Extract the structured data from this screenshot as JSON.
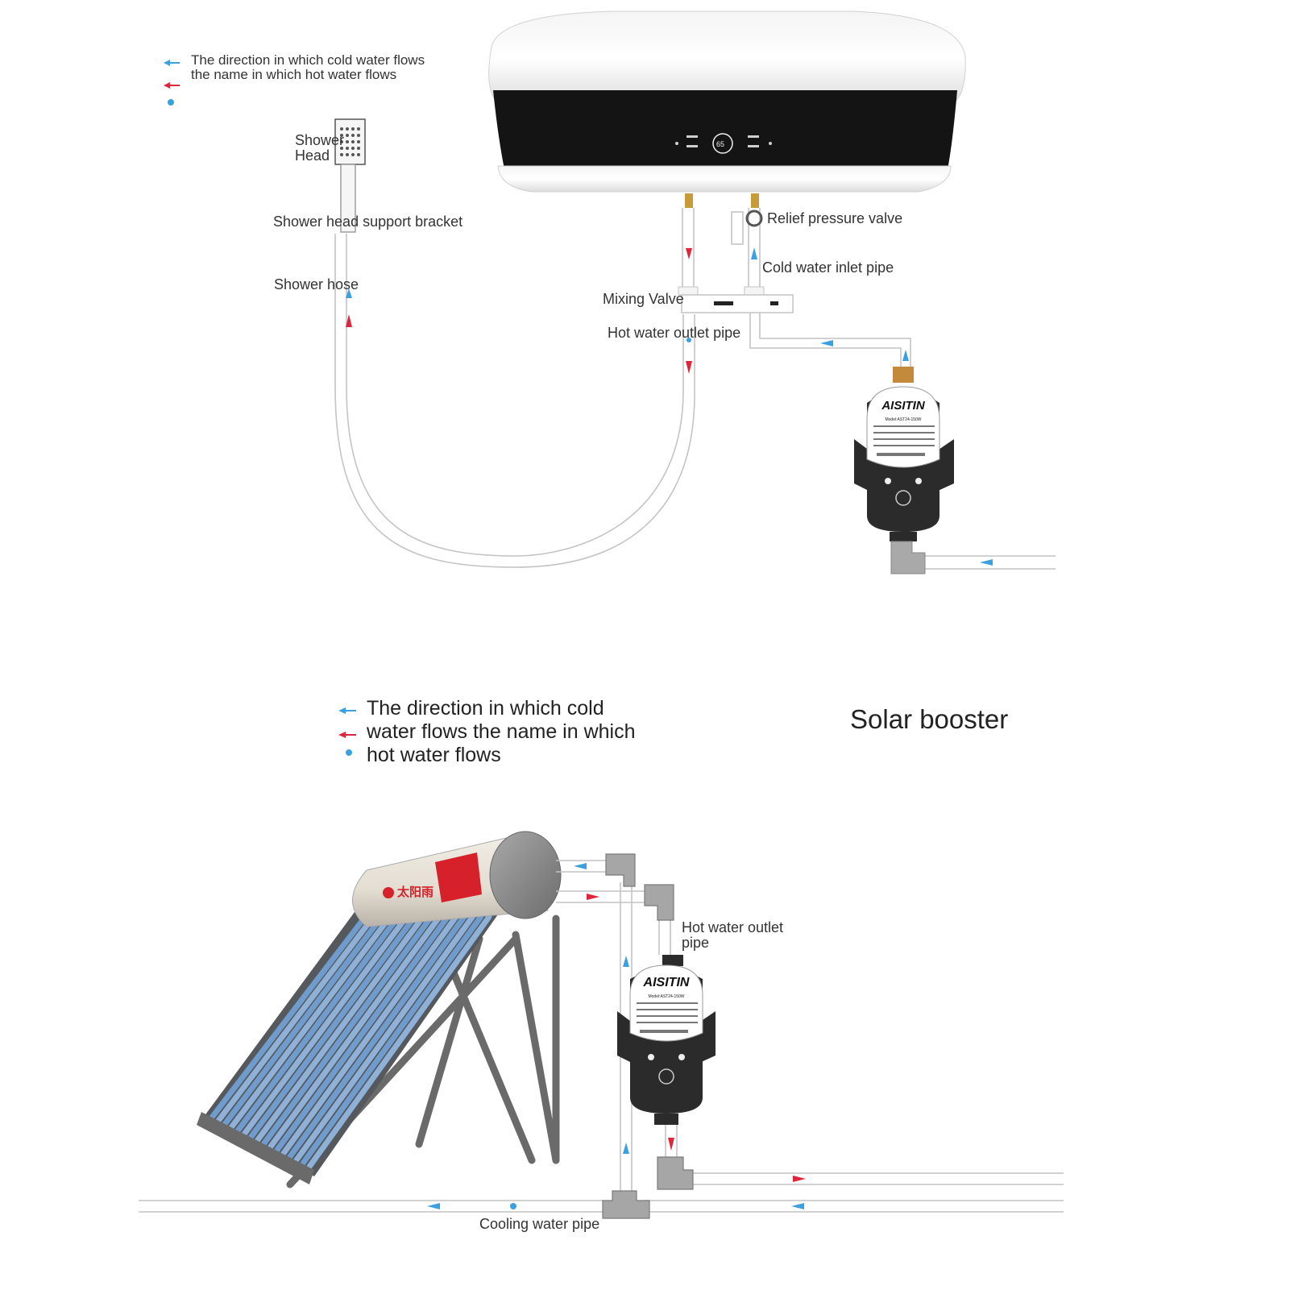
{
  "top": {
    "legend_text": "The direction in which cold water flows the name in which hot water flows",
    "labels": {
      "shower_head": "Shower Head",
      "support_bracket": "Shower head support bracket",
      "shower_hose": "Shower hose",
      "relief_valve": "Relief pressure valve",
      "cold_inlet": "Cold water inlet pipe",
      "mixing_valve": "Mixing Valve",
      "hot_outlet": "Hot water outlet pipe"
    },
    "pump_brand": "AISITIN",
    "pump_model": "Model:AST24-150W"
  },
  "bottom": {
    "title": "Solar booster",
    "legend_text": "The direction in which cold water flows the name in which hot water flows",
    "labels": {
      "hot_outlet": "Hot water outlet pipe",
      "cooling": "Cooling water pipe"
    },
    "pump_brand": "AISITIN",
    "pump_model": "Model:AST24-150W",
    "tank_brand": "太阳雨"
  },
  "colors": {
    "cold_arrow": "#3aa0e0",
    "hot_arrow": "#e0253a",
    "pipe_outline": "#c4c4c4",
    "pump_body": "#2b2b2b",
    "heater_panel": "#1a1a1a",
    "tube_blue": "#6f9ccc"
  },
  "icons": [
    "arrow-left-icon",
    "arrow-up-icon",
    "arrow-down-icon",
    "arrow-right-icon",
    "dot-icon",
    "pump-icon",
    "shower-head-icon",
    "solar-panel-icon",
    "water-heater-icon"
  ]
}
